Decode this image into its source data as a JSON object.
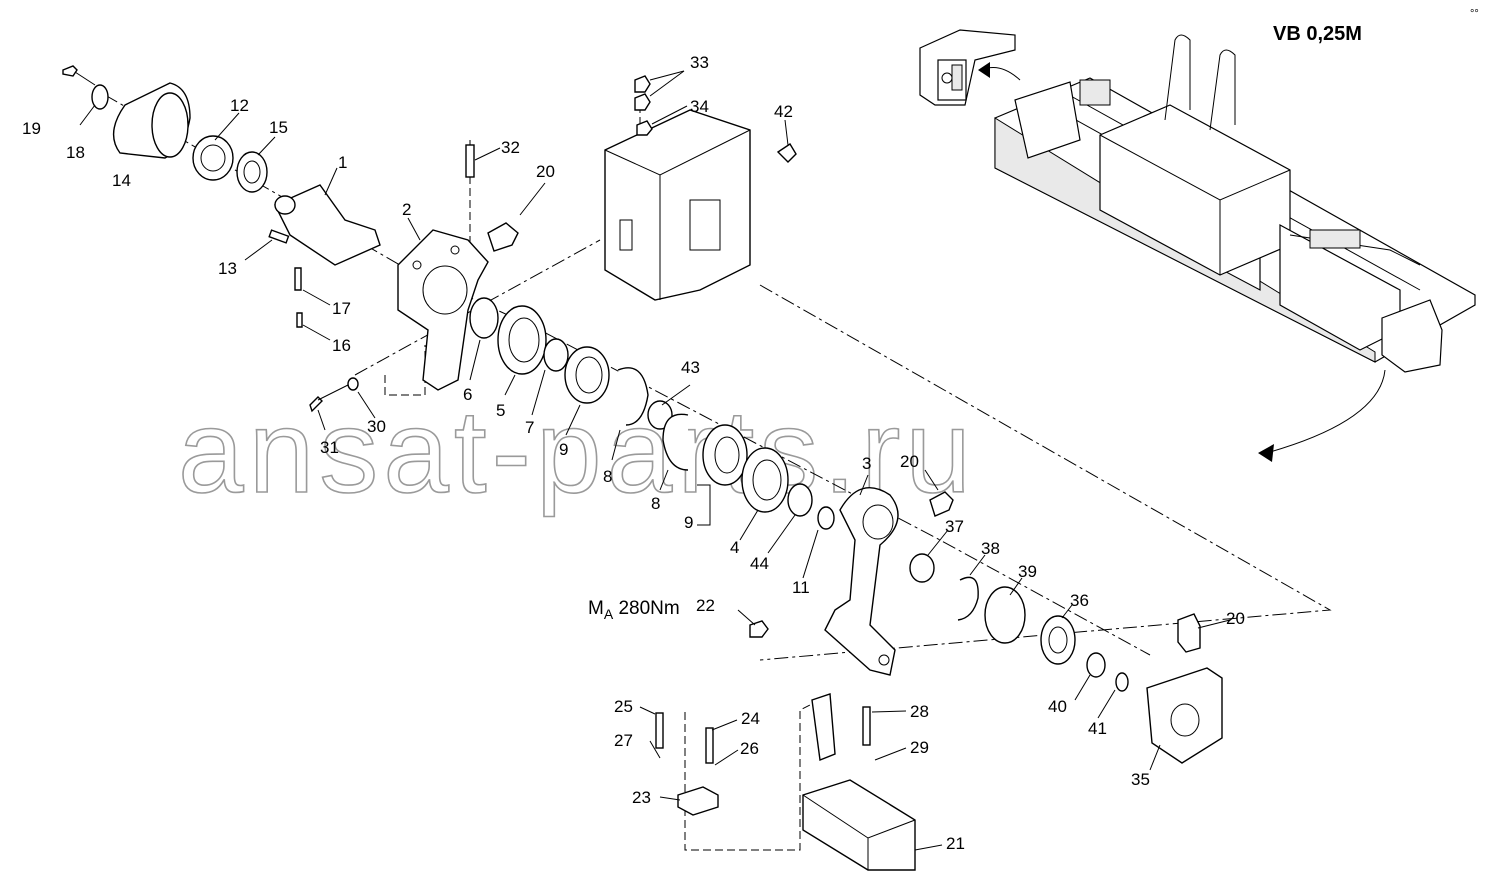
{
  "title": "VB 0,25M",
  "torque_note": {
    "prefix": "M",
    "subscript": "A",
    "value": " 280Nm"
  },
  "watermark": "ansat-parts.ru",
  "corner_mark": "°°",
  "callouts": {
    "c1": "1",
    "c2": "2",
    "c3": "3",
    "c4": "4",
    "c5": "5",
    "c6": "6",
    "c7": "7",
    "c8a": "8",
    "c8b": "8",
    "c9a": "9",
    "c9b": "9",
    "c11": "11",
    "c12": "12",
    "c13": "13",
    "c14": "14",
    "c15": "15",
    "c16": "16",
    "c17": "17",
    "c18": "18",
    "c19": "19",
    "c20a": "20",
    "c20b": "20",
    "c20c": "20",
    "c21": "21",
    "c22": "22",
    "c23": "23",
    "c24": "24",
    "c25": "25",
    "c26": "26",
    "c27": "27",
    "c28": "28",
    "c29": "29",
    "c30": "30",
    "c31": "31",
    "c32": "32",
    "c33": "33",
    "c34": "34",
    "c35": "35",
    "c36": "36",
    "c37": "37",
    "c38": "38",
    "c39": "39",
    "c40": "40",
    "c41": "41",
    "c42": "42",
    "c43": "43",
    "c44": "44"
  }
}
